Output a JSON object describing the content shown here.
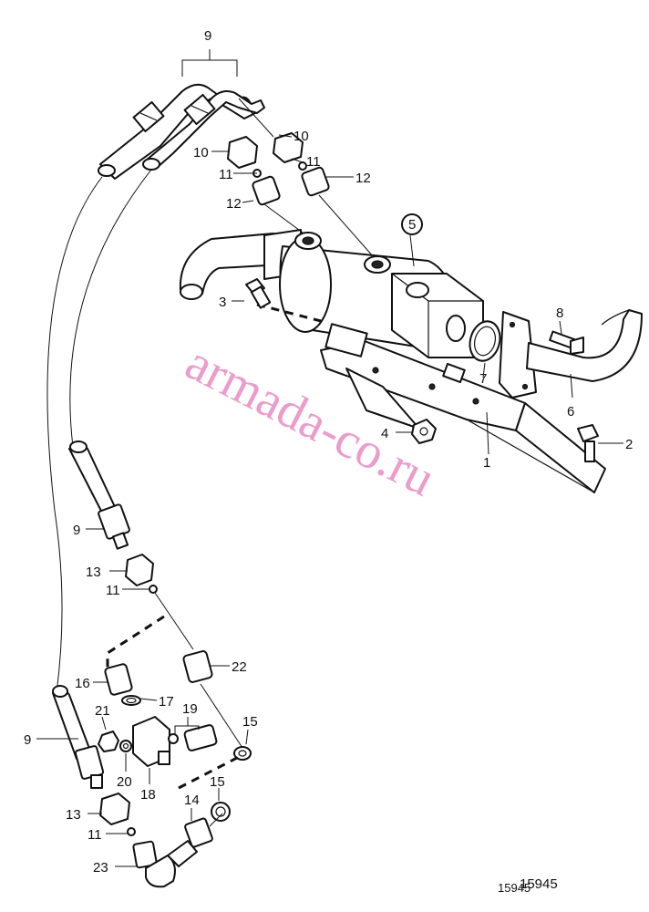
{
  "callouts": [
    "9",
    "10",
    "10",
    "11",
    "11",
    "12",
    "12",
    "5",
    "3",
    "8",
    "7",
    "4",
    "6",
    "2",
    "1",
    "9",
    "13",
    "11",
    "22",
    "16",
    "17",
    "21",
    "19",
    "15",
    "20",
    "18",
    "15",
    "9",
    "13",
    "14",
    "11",
    "23"
  ],
  "figure_number": "15945",
  "figure_number_small": "15945",
  "watermark": "armada-co.ru"
}
